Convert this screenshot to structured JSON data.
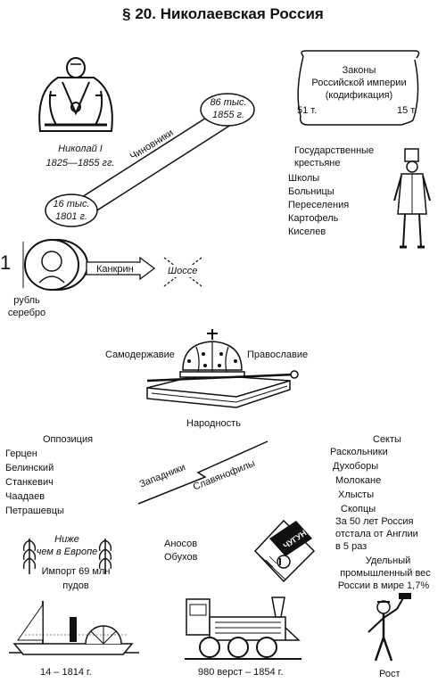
{
  "title": "§ 20. Николаевская Россия",
  "nicholas": {
    "name": "Николай I",
    "years": "1825—1855 гг."
  },
  "officials": {
    "label": "Чиновники",
    "start_count": "16 тыс.",
    "start_year": "1801 г.",
    "end_count": "86 тыс.",
    "end_year": "1855 г."
  },
  "laws": {
    "line1": "Законы",
    "line2": "Российской империи",
    "line3": "(кодификация)",
    "left_volumes": "51 т.",
    "right_volumes": "15 т."
  },
  "peasants": {
    "heading1": "Государственные",
    "heading2": "крестьяне",
    "items": [
      "Школы",
      "Больницы",
      "Переселения",
      "Картофель",
      "Киселев"
    ]
  },
  "kankrin": {
    "arrow_label": "Канкрин",
    "coin_numeral": "1",
    "coin_line1": "рубль",
    "coin_line2": "серебро",
    "crossed_word": "Шоссе"
  },
  "triad": {
    "left": "Самодержавие",
    "right": "Православие",
    "bottom": "Народность"
  },
  "opposition": {
    "heading": "Оппозиция",
    "items": [
      "Герцен",
      "Белинский",
      "Станкевич",
      "Чаадаев",
      "Петрашевцы"
    ]
  },
  "debate": {
    "left": "Западники",
    "right": "Славянофилы"
  },
  "sects": {
    "heading": "Секты",
    "items": [
      "Раскольники",
      "Духоборы",
      "Молокане",
      "Хлысты",
      "Скопцы"
    ]
  },
  "economy": {
    "harvest_line1": "Ниже",
    "harvest_line2": "чем в Европе",
    "import_line1": "Импорт 69 млн",
    "import_line2": "пудов",
    "workers": [
      "Аносов",
      "Обухов"
    ],
    "cast_iron": "ЧУГУН",
    "lag_line1": "За 50 лет Россия",
    "lag_line2": "отстала от Англии",
    "lag_line3": "в 5 раз",
    "share_line1": "Удельный",
    "share_line2": "промышленный вес",
    "share_line3": "России в мире 1,7%"
  },
  "transport": {
    "steamship_year": "14 – 1814 г.",
    "railway": "980 верст – 1854 г.",
    "growth": "Рост"
  }
}
